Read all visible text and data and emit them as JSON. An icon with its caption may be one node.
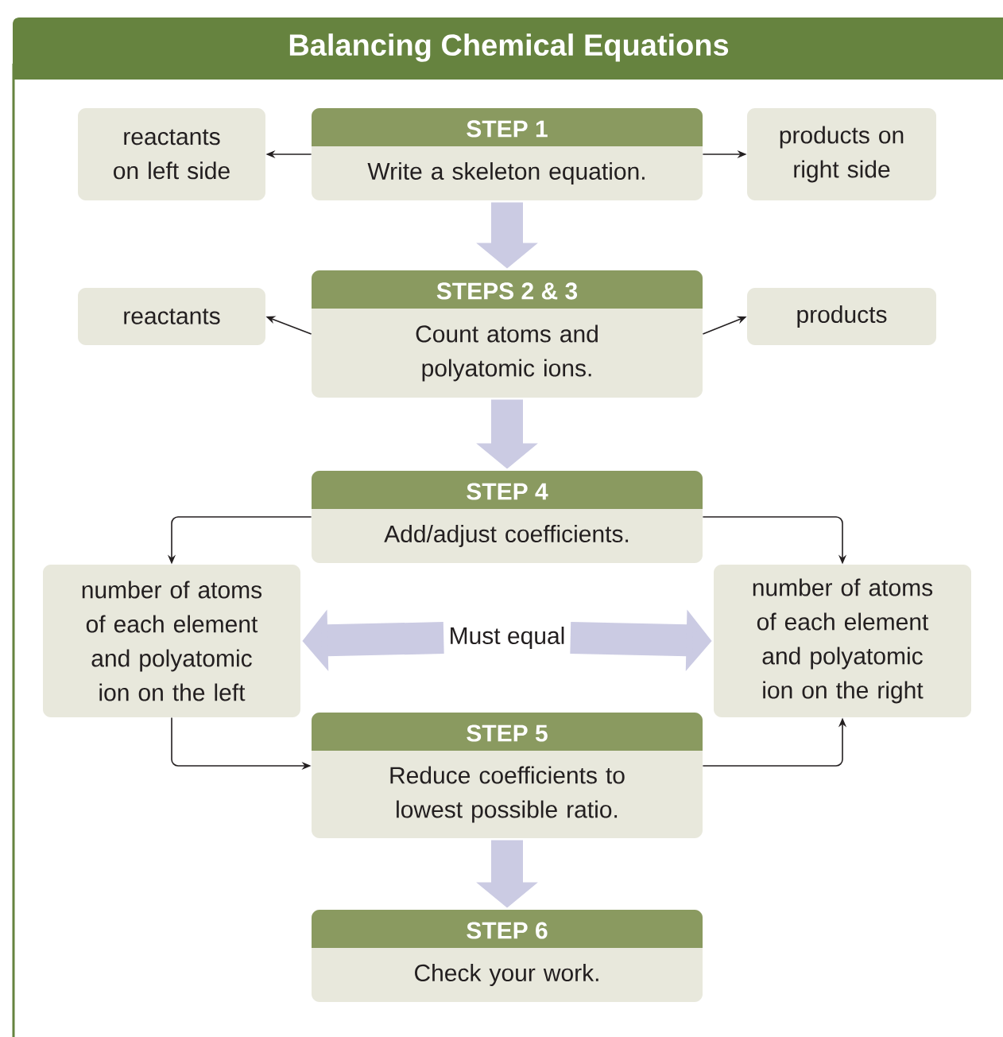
{
  "diagram": {
    "title": "Balancing Chemical Equations",
    "nodes": [
      {
        "text": [
          "reactants on left side"
        ]
      },
      {
        "text": [
          "STEP 1",
          "Write a skeleton equation."
        ]
      },
      {
        "text": [
          "products on right side"
        ]
      },
      {
        "text": [
          "reactants"
        ]
      },
      {
        "text": [
          "STEPS 2 & 3",
          "Count atoms and polyatomic ions."
        ]
      },
      {
        "text": [
          "products"
        ]
      },
      {
        "text": [
          "STEP 4",
          "Add/adjust coefficients."
        ]
      },
      {
        "text": [
          "number of atoms of each element and polyatomic ion on the left"
        ]
      },
      {
        "text": [
          "Must equal"
        ]
      },
      {
        "text": [
          "number of atoms of each element and polyatomic ion on the right"
        ]
      },
      {
        "text": [
          "STEP 5",
          "Reduce coefficients to lowest possible ratio."
        ]
      },
      {
        "text": [
          "STEP 6",
          "Check your work."
        ]
      }
    ],
    "edges": [
      {
        "from": 1,
        "to": 0,
        "arrow": "to"
      },
      {
        "from": 1,
        "to": 2,
        "arrow": "to"
      },
      {
        "from": 1,
        "to": 4,
        "arrow": "to",
        "style": "thick",
        "color": "#cbcbe3"
      },
      {
        "from": 4,
        "to": 3,
        "arrow": "to"
      },
      {
        "from": 4,
        "to": 5,
        "arrow": "to"
      },
      {
        "from": 4,
        "to": 6,
        "arrow": "to",
        "style": "thick",
        "color": "#cbcbe3"
      },
      {
        "from": 6,
        "to": 7,
        "arrow": "to"
      },
      {
        "from": 6,
        "to": 9,
        "arrow": "to"
      },
      {
        "from": 8,
        "to": 7,
        "arrow": "to",
        "style": "thick",
        "color": "#cbcbe3"
      },
      {
        "from": 8,
        "to": 9,
        "arrow": "to",
        "style": "thick",
        "color": "#cbcbe3"
      },
      {
        "from": 7,
        "to": 10,
        "arrow": "to"
      },
      {
        "from": 10,
        "to": 9,
        "arrow": "to"
      },
      {
        "from": 10,
        "to": 11,
        "arrow": "to",
        "style": "thick",
        "color": "#cbcbe3"
      }
    ]
  }
}
